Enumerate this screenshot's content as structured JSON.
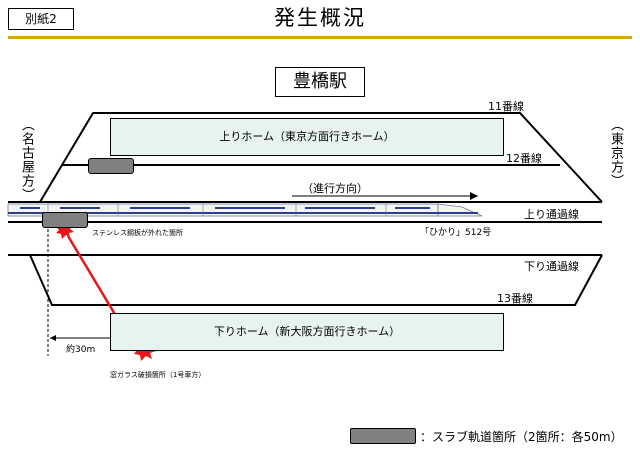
{
  "header": {
    "tag": "別紙2",
    "title": "発生概況",
    "accent_color": "#d9a900"
  },
  "station": {
    "name": "豊橋駅"
  },
  "directions": {
    "left": "（名古屋方）",
    "right": "（東京方）",
    "travel": "（進行方向）"
  },
  "tracks": {
    "track11": "11番線",
    "track12": "12番線",
    "up_through": "上り通過線",
    "down_through": "下り通過線",
    "track13": "13番線"
  },
  "platforms": {
    "up": "上りホーム（東京方面行きホーム）",
    "down": "下りホーム（新大阪方面行きホーム）"
  },
  "annotations": {
    "steel_plate": "ステンレス鋼板が外れた箇所",
    "train": "「ひかり」512号",
    "distance": "約30m",
    "window_damage": "窓ガラス破損箇所（1号車方）"
  },
  "legend": {
    "label": "：スラブ軌道箇所（2箇所：各50m）",
    "slab_color": "#808080"
  },
  "colors": {
    "platform_fill": "#e6f3f1",
    "arrow": "#e8141a",
    "burst": "#e8141a",
    "train_body": "#f4f4f4",
    "train_stripe": "#2c3e8c"
  },
  "icons": [
    "burst-icon",
    "arrow-icon"
  ]
}
